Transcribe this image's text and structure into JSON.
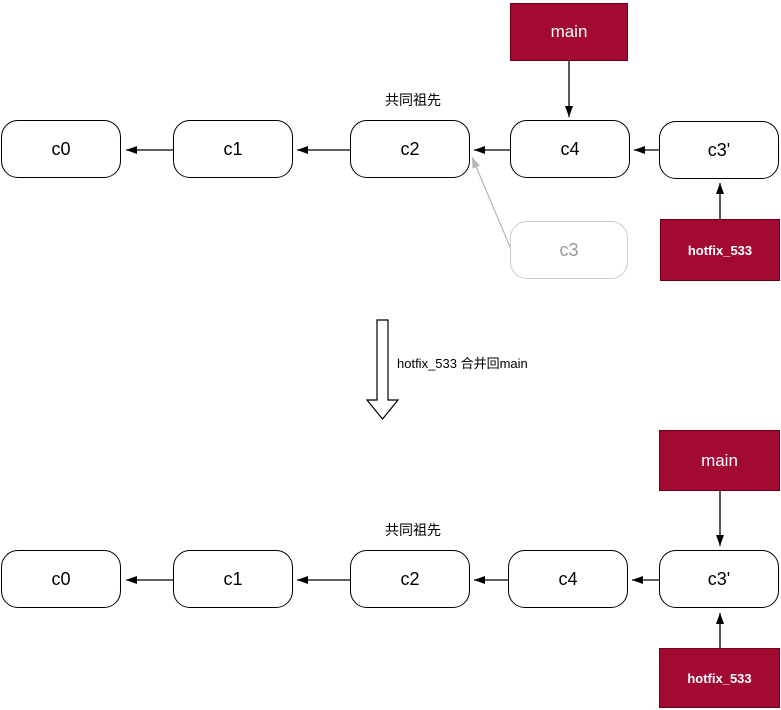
{
  "colors": {
    "branch_fill": "#a20933",
    "branch_border": "#6f0011",
    "branch_text": "#ffffff",
    "commit_border": "#000000",
    "commit_text": "#000000",
    "faded_border": "#cccccc",
    "faded_text": "#999999",
    "faded_arrow": "#b5b5b5"
  },
  "top_diagram": {
    "ancestor_label": "共同祖先",
    "commits": {
      "c0": "c0",
      "c1": "c1",
      "c2": "c2",
      "c4": "c4",
      "c3p": "c3'",
      "c3_faded": "c3"
    },
    "branch_main": "main",
    "branch_hotfix": "hotfix_533"
  },
  "transition": {
    "caption": "hotfix_533 合并回main"
  },
  "bottom_diagram": {
    "ancestor_label": "共同祖先",
    "commits": {
      "c0": "c0",
      "c1": "c1",
      "c2": "c2",
      "c4": "c4",
      "c3p": "c3'"
    },
    "branch_main": "main",
    "branch_hotfix": "hotfix_533"
  }
}
